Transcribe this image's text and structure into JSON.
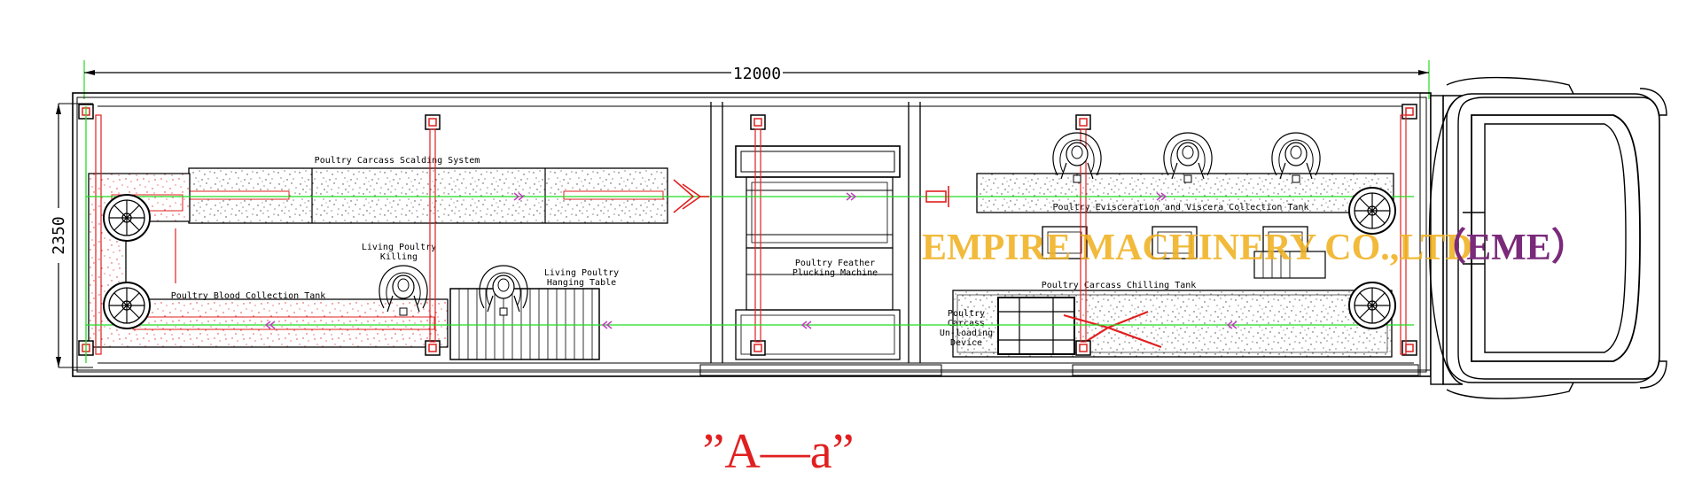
{
  "dimensions": {
    "length": "12000",
    "width": "2350"
  },
  "labels": {
    "scalding": "Poultry Carcass Scalding System",
    "killing": [
      "Living Poultry",
      "Killing"
    ],
    "hanging": [
      "Living Poultry",
      "Hanging Table"
    ],
    "blood_tank": "Poultry Blood Collection Tank",
    "plucking": [
      "Poultry Feather",
      "Plucking Machine"
    ],
    "evisceration": "Poultry Evisceration and Viscera Collection Tank",
    "chilling": "Poultry Carcass Chilling Tank",
    "unloading": [
      "Poultry",
      "Carcass",
      "Un-loading",
      "Device"
    ]
  },
  "watermark": {
    "company": "EMPIRE MACHINERY CO.,LTD",
    "abbr": "（EME）"
  },
  "caption": "”A—a”",
  "colors": {
    "conveyor": "#22dd22",
    "red": "#e02020",
    "arrows": "#c040c0",
    "watermark_gold": "#f0b020",
    "watermark_purple": "#7a2a7a"
  },
  "icons": [
    "operator-icon",
    "sprocket-icon",
    "direction-arrow-icon"
  ]
}
